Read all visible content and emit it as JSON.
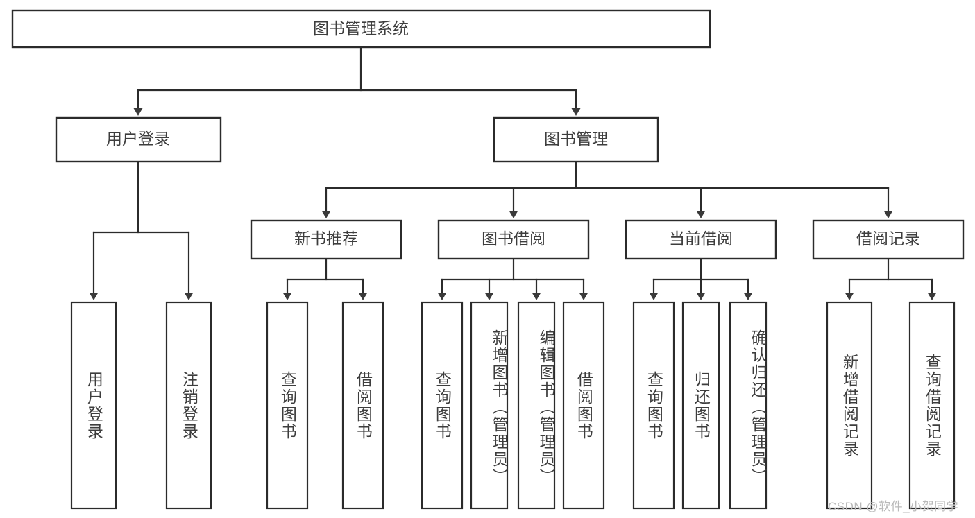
{
  "diagram": {
    "title": "图书管理系统",
    "type": "tree",
    "watermark": "CSDN @软件_小贺同学",
    "colors": {
      "box_stroke": "#2b2b2b",
      "box_fill": "#ffffff",
      "text": "#3d3d3d",
      "connector": "#2b2b2b",
      "watermark": "#b9b9b9",
      "background": "#ffffff"
    },
    "root": {
      "id": "root",
      "label": "图书管理系统",
      "orientation": "horizontal"
    },
    "level2": [
      {
        "id": "user-login",
        "label": "用户登录",
        "orientation": "horizontal"
      },
      {
        "id": "book-manage",
        "label": "图书管理",
        "orientation": "horizontal"
      }
    ],
    "level3": [
      {
        "id": "new-book-recommend",
        "label": "新书推荐",
        "orientation": "horizontal",
        "parent": "book-manage"
      },
      {
        "id": "book-borrow",
        "label": "图书借阅",
        "orientation": "horizontal",
        "parent": "book-manage"
      },
      {
        "id": "current-borrow",
        "label": "当前借阅",
        "orientation": "horizontal",
        "parent": "book-manage"
      },
      {
        "id": "borrow-record",
        "label": "借阅记录",
        "orientation": "horizontal",
        "parent": "book-manage"
      }
    ],
    "leaves": [
      {
        "id": "leaf-user-login",
        "label": "用户登录",
        "parent": "user-login",
        "orientation": "vertical"
      },
      {
        "id": "leaf-user-logout",
        "label": "注销登录",
        "parent": "user-login",
        "orientation": "vertical"
      },
      {
        "id": "leaf-query-book-rec",
        "label": "查询图书",
        "parent": "new-book-recommend",
        "orientation": "vertical"
      },
      {
        "id": "leaf-borrow-book-rec",
        "label": "借阅图书",
        "parent": "new-book-recommend",
        "orientation": "vertical"
      },
      {
        "id": "leaf-query-book-borrow",
        "label": "查询图书",
        "parent": "book-borrow",
        "orientation": "vertical"
      },
      {
        "id": "leaf-add-book-admin",
        "label": "新增图书（管理员）",
        "parent": "book-borrow",
        "orientation": "vertical"
      },
      {
        "id": "leaf-edit-book-admin",
        "label": "编辑图书（管理员）",
        "parent": "book-borrow",
        "orientation": "vertical"
      },
      {
        "id": "leaf-borrow-book",
        "label": "借阅图书",
        "parent": "book-borrow",
        "orientation": "vertical"
      },
      {
        "id": "leaf-query-book-current",
        "label": "查询图书",
        "parent": "current-borrow",
        "orientation": "vertical"
      },
      {
        "id": "leaf-return-book",
        "label": "归还图书",
        "parent": "current-borrow",
        "orientation": "vertical"
      },
      {
        "id": "leaf-confirm-return-admin",
        "label": "确认归还（管理员）",
        "parent": "current-borrow",
        "orientation": "vertical"
      },
      {
        "id": "leaf-add-borrow-record",
        "label": "新增借阅记录",
        "parent": "borrow-record",
        "orientation": "vertical"
      },
      {
        "id": "leaf-query-borrow-record",
        "label": "查询借阅记录",
        "parent": "borrow-record",
        "orientation": "vertical"
      }
    ]
  }
}
